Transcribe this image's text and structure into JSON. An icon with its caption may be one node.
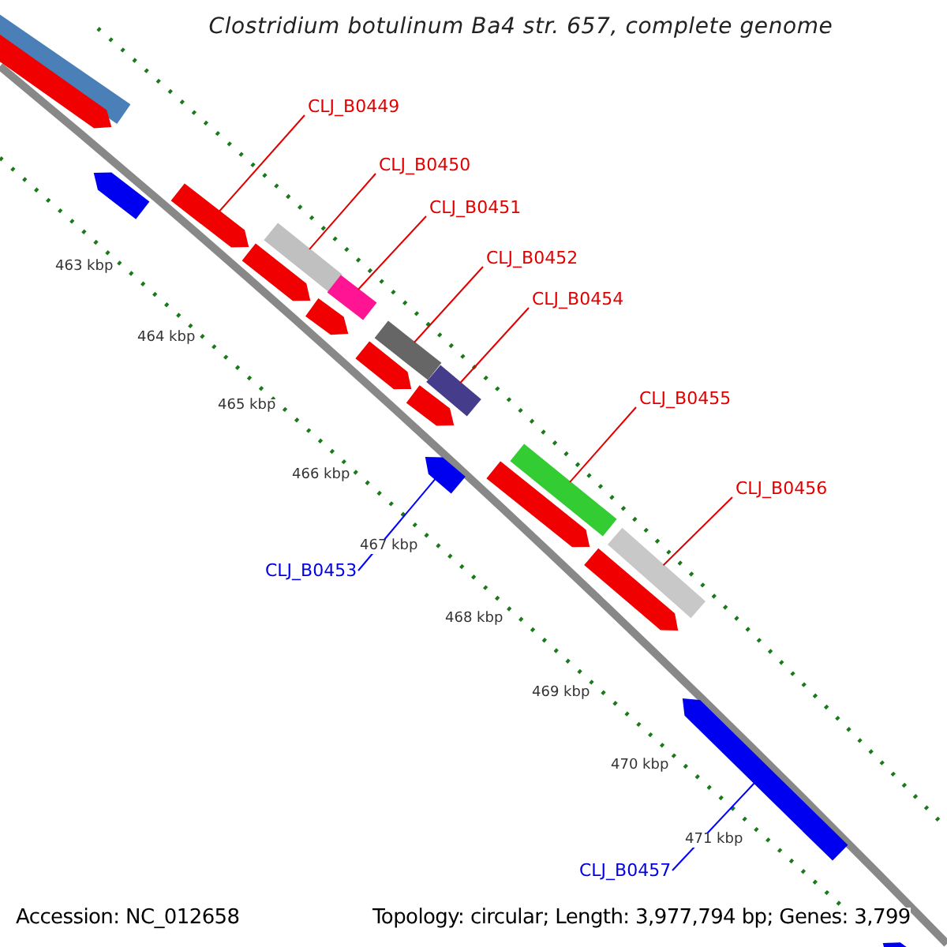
{
  "diagram": {
    "title": "Clostridium botulinum Ba4 str. 657, complete genome",
    "nodes": [
      {
        "text": [
          "CLJ_B0449"
        ]
      },
      {
        "text": [
          "CLJ_B0450"
        ]
      },
      {
        "text": [
          "CLJ_B0451"
        ]
      },
      {
        "text": [
          "CLJ_B0452"
        ]
      },
      {
        "text": [
          "CLJ_B0454"
        ]
      },
      {
        "text": [
          "CLJ_B0455"
        ]
      },
      {
        "text": [
          "CLJ_B0456"
        ]
      },
      {
        "text": [
          "CLJ_B0453"
        ]
      },
      {
        "text": [
          "CLJ_B0457"
        ]
      },
      {
        "text": [],
        "shape": "bar"
      },
      {
        "text": [],
        "shape": "bar"
      },
      {
        "text": [],
        "shape": "bar"
      },
      {
        "text": [],
        "shape": "bar"
      },
      {
        "text": [],
        "shape": "bar"
      },
      {
        "text": [],
        "shape": "bar"
      },
      {
        "text": [],
        "shape": "bar"
      },
      {
        "text": [],
        "shape": "bar"
      },
      {
        "text": [],
        "shape": "bar"
      }
    ],
    "edges": [
      {
        "from": 0,
        "to": 9,
        "arrow": "none"
      },
      {
        "from": 1,
        "to": 10,
        "arrow": "none"
      },
      {
        "from": 2,
        "to": 11,
        "arrow": "none"
      },
      {
        "from": 3,
        "to": 12,
        "arrow": "none"
      },
      {
        "from": 4,
        "to": 13,
        "arrow": "none"
      },
      {
        "from": 5,
        "to": 14,
        "arrow": "none"
      },
      {
        "from": 6,
        "to": 15,
        "arrow": "none"
      },
      {
        "from": 7,
        "to": 16,
        "arrow": "none",
        "color": "#0000ff"
      },
      {
        "from": 8,
        "to": 17,
        "arrow": "none",
        "color": "#0000ff"
      }
    ],
    "labels": [
      "463 kbp",
      "464 kbp",
      "465 kbp",
      "466 kbp",
      "467 kbp",
      "468 kbp",
      "469 kbp",
      "470 kbp",
      "471 kbp",
      "Accession: NC_012658",
      "Topology: circular; Length: 3,977,794 bp; Genes: 3,799"
    ]
  }
}
